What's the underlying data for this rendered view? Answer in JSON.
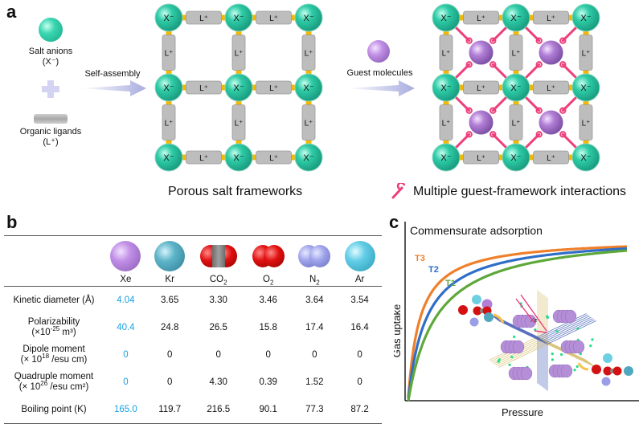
{
  "panel_a": {
    "label": "a",
    "salt_anion_label": "Salt anions",
    "salt_anion_symbol": "(X⁻)",
    "ligand_label": "Organic ligands",
    "ligand_symbol": "(L⁺)",
    "self_assembly_label": "Self-assembly",
    "guest_label": "Guest molecules",
    "framework_caption": "Porous salt frameworks",
    "interaction_caption": "Multiple guest-framework interactions",
    "anion_node_text": "X⁻",
    "ligand_node_text": "L⁺",
    "colors": {
      "anion": "#2ecba6",
      "ligand": "#bdbdbd",
      "linker": "#f5b800",
      "guest": "#b27fd6",
      "interaction": "#ee3f7c",
      "arrow": "#aeb2ee"
    }
  },
  "panel_b": {
    "label": "b",
    "columns": [
      {
        "name": "Xe",
        "shape": "sphere",
        "color": "#b27fd6"
      },
      {
        "name": "Kr",
        "shape": "sphere",
        "color": "#4fa8bd"
      },
      {
        "name": "CO",
        "sub": "2",
        "shape": "co2",
        "color": "#d41010"
      },
      {
        "name": "O",
        "sub": "2",
        "shape": "diatomic",
        "color": "#d41010"
      },
      {
        "name": "N",
        "sub": "2",
        "shape": "diatomic",
        "color": "#9a9ee6"
      },
      {
        "name": "Ar",
        "shape": "sphere",
        "color": "#5cc8e0"
      }
    ],
    "rows": [
      {
        "label": "Kinetic diameter (Å)",
        "unit": "",
        "values": [
          "4.04",
          "3.65",
          "3.30",
          "3.46",
          "3.64",
          "3.54"
        ]
      },
      {
        "label": "Polarizability",
        "unit_pre": "(×10",
        "unit_sup": "-25",
        "unit_post": " m³)",
        "values": [
          "40.4",
          "24.8",
          "26.5",
          "15.8",
          "17.4",
          "16.4"
        ]
      },
      {
        "label": "Dipole moment",
        "unit_pre": "(× 10",
        "unit_sup": "18",
        "unit_post": " /esu cm)",
        "values": [
          "0",
          "0",
          "0",
          "0",
          "0",
          "0"
        ]
      },
      {
        "label": "Quadruple moment",
        "unit_pre": "(× 10",
        "unit_sup": "26",
        "unit_post": " /esu cm²)",
        "values": [
          "0",
          "0",
          "4.30",
          "0.39",
          "1.52",
          "0"
        ]
      },
      {
        "label": "Boiling point (K)",
        "unit": "",
        "values": [
          "165.0",
          "119.7",
          "216.5",
          "90.1",
          "77.3",
          "87.2"
        ]
      }
    ],
    "highlight_color": "#1aa0e0"
  },
  "panel_c": {
    "label": "c",
    "chart_data": {
      "type": "line",
      "title": "Commensurate adsorption",
      "xlabel": "Pressure",
      "ylabel": "Gas uptake",
      "series": [
        {
          "name": "T3",
          "color": "#f07f2a",
          "k": 0.055
        },
        {
          "name": "T2",
          "color": "#2f6ec8",
          "k": 0.085
        },
        {
          "name": "T1",
          "color": "#5ea83a",
          "k": 0.13
        }
      ],
      "x_range": [
        0,
        1
      ],
      "y_range": [
        0,
        1
      ],
      "ticks": "none",
      "grid": false
    },
    "inset_guest_label": "Xe"
  }
}
